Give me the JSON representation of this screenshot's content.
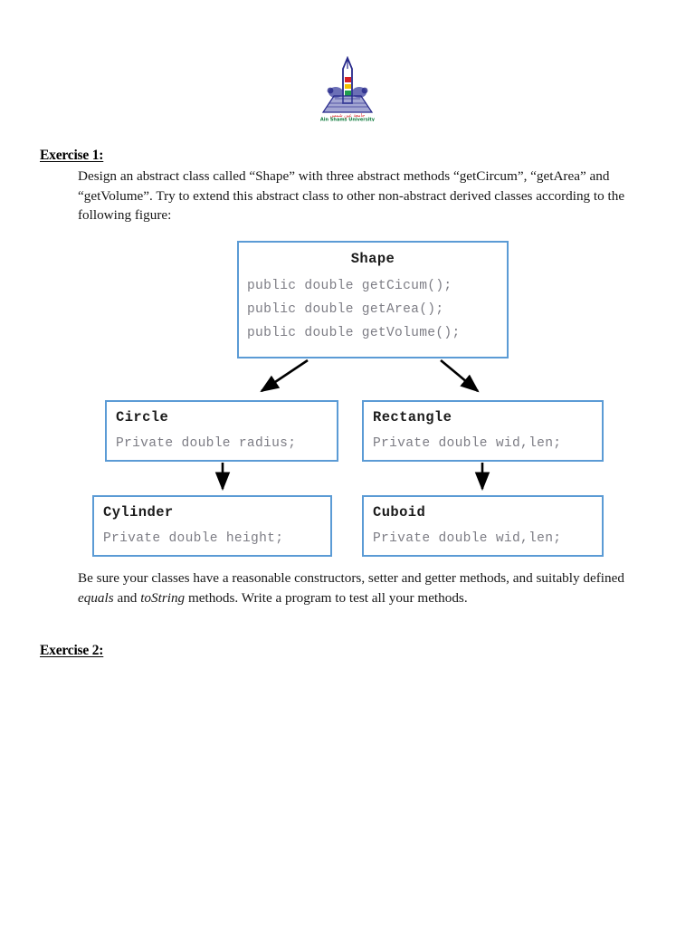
{
  "page": {
    "background": "#ffffff",
    "box_border_color": "#5B9BD5",
    "code_text_color": "#7d7d85",
    "arrow_color": "#000000"
  },
  "logo": {
    "name": "ain-shams-university-logo",
    "arabic_text": "جامعة عين شمس",
    "english_text": "Ain Shams University",
    "obelisk_color": "#26288a",
    "arabic_text_color": "#d81f26",
    "english_text_color": "#0e7a3c"
  },
  "exercise1": {
    "heading": "Exercise 1:",
    "intro": "Design an abstract class called “Shape” with three abstract methods “getCircum”, “getArea” and “getVolume”. Try to extend this abstract class to other non-abstract derived classes according to the following figure:",
    "closing_part1": "Be sure your classes have a reasonable constructors, setter and getter methods, and suitably defined ",
    "closing_italic1": "equals",
    "closing_part2": " and ",
    "closing_italic2": "toString",
    "closing_part3": " methods. Write a program to test all your methods."
  },
  "exercise2": {
    "heading": "Exercise 2:"
  },
  "diagram": {
    "type": "uml-class-hierarchy",
    "boxes": [
      {
        "id": "shape",
        "title": "Shape",
        "members": [
          "public double getCicum();",
          "public double getArea();",
          "public double getVolume();"
        ]
      },
      {
        "id": "circle",
        "title": "Circle",
        "members": [
          "Private double radius;"
        ]
      },
      {
        "id": "rectangle",
        "title": "Rectangle",
        "members": [
          "Private double wid,len;"
        ]
      },
      {
        "id": "cylinder",
        "title": "Cylinder",
        "members": [
          "Private double height;"
        ]
      },
      {
        "id": "cuboid",
        "title": "Cuboid",
        "members": [
          "Private double wid,len;"
        ]
      }
    ],
    "edges": [
      {
        "from": "shape",
        "to": "circle",
        "style": "diagonal-arrow"
      },
      {
        "from": "shape",
        "to": "rectangle",
        "style": "diagonal-arrow"
      },
      {
        "from": "circle",
        "to": "cylinder",
        "style": "vertical-arrow"
      },
      {
        "from": "rectangle",
        "to": "cuboid",
        "style": "vertical-arrow"
      }
    ]
  }
}
